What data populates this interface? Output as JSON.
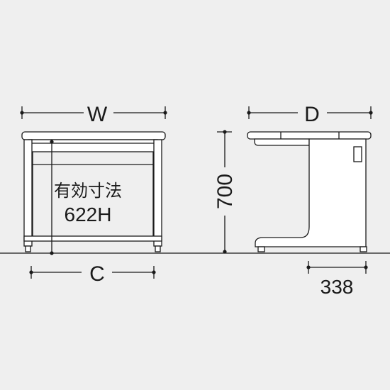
{
  "front_view": {
    "width_label": "W",
    "clearance_label_line1": "有効寸法",
    "clearance_label_line2": "622H",
    "leg_span_label": "C"
  },
  "side_view": {
    "depth_label": "D",
    "height_label": "700",
    "foot_depth_label": "338"
  },
  "colors": {
    "background": "#efefef",
    "line": "#1a1a1a",
    "desk_fill": "#ffffff"
  }
}
